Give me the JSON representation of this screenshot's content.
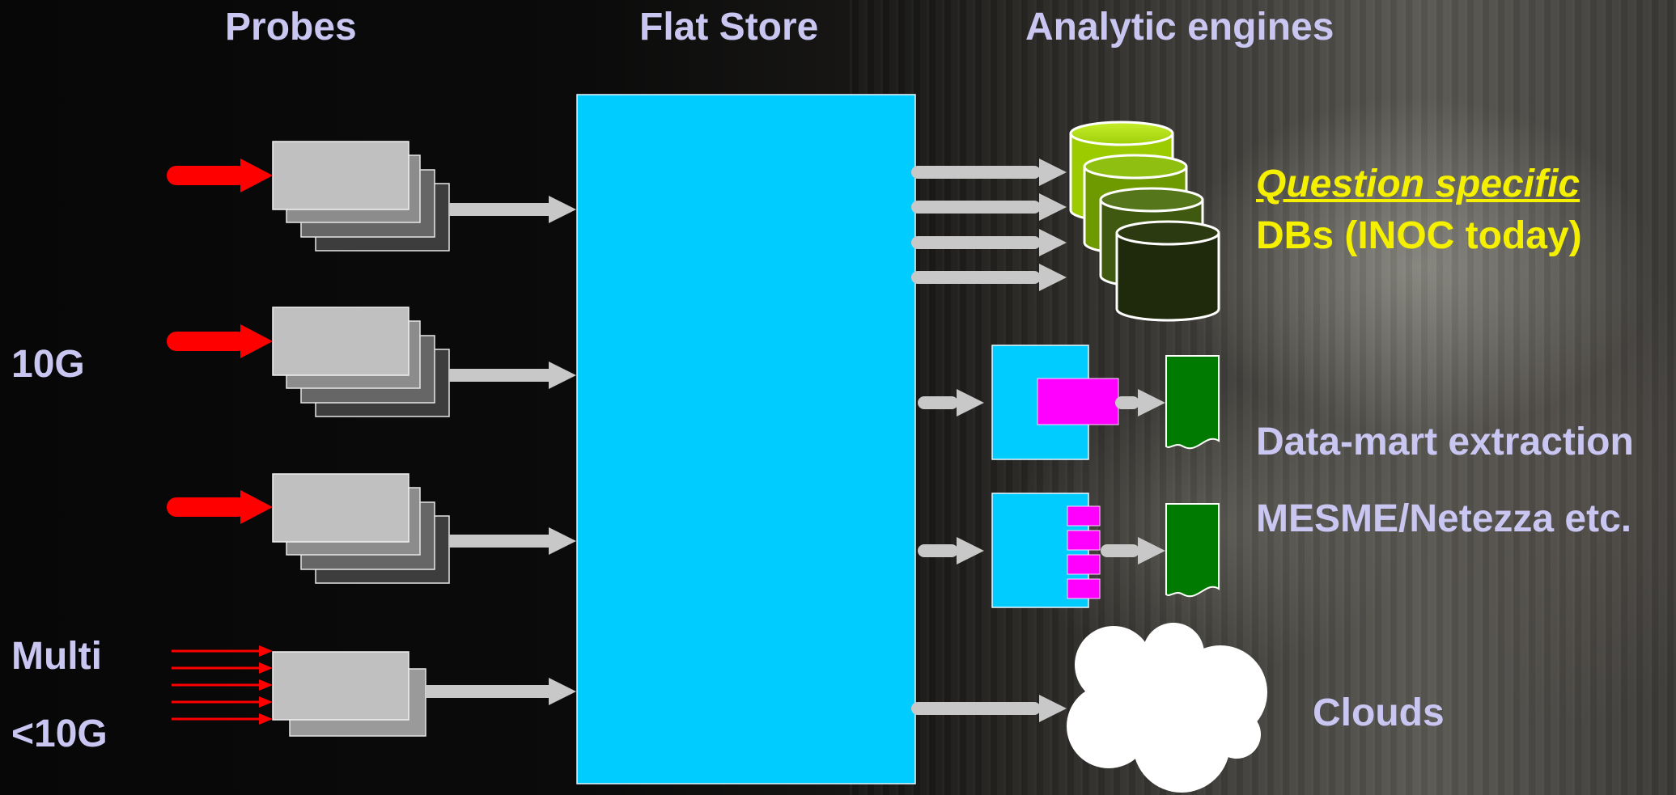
{
  "headers": {
    "probes": "Probes",
    "flat_store": "Flat Store",
    "analytic_engines": "Analytic engines"
  },
  "left_labels": {
    "ten_g": "10G",
    "multi": "Multi",
    "sub_ten_g": "<10G"
  },
  "right_labels": {
    "question_specific": "Question specific",
    "dbs": "DBs (INOC today)",
    "data_mart": "Data-mart extraction",
    "mesme": "MESME/Netezza etc.",
    "clouds": "Clouds"
  },
  "colors": {
    "flat_store": "#00ccff",
    "probe_front": "#c0c0c0",
    "input_arrow": "#ff0000",
    "flow_arrow": "#c8c8c8",
    "magenta": "#ff00ff",
    "document": "#007a00",
    "header_text": "#c9c6f2",
    "highlight_text": "#f4f000",
    "cylinder_shades": [
      "#9ccc00",
      "#6e9a00",
      "#3f5a10",
      "#1f2a0c"
    ]
  },
  "icons": {
    "probe_stack": "stacked-boxes",
    "database": "cylinder",
    "document": "document-page",
    "cloud": "cloud"
  }
}
